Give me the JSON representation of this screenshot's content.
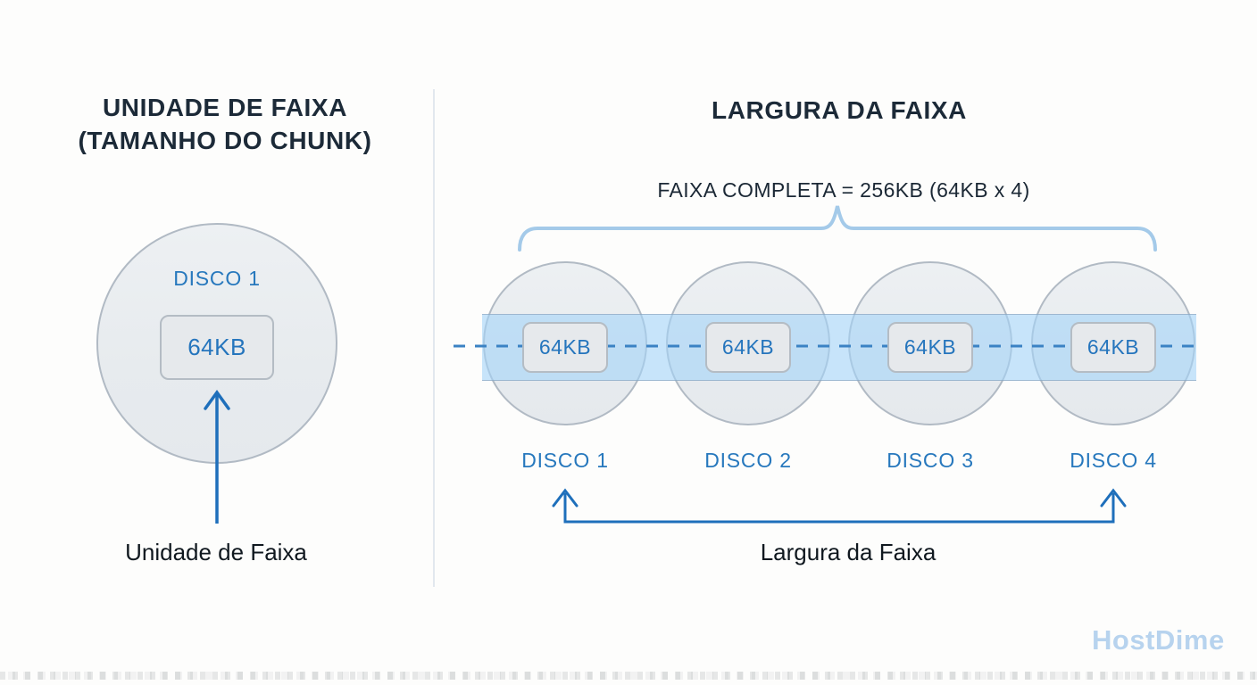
{
  "left_panel": {
    "title_line1": "UNIDADE DE FAIXA",
    "title_line2": "(TAMANHO DO CHUNK)",
    "disk": {
      "label": "DISCO 1",
      "chunk_label": "64KB"
    },
    "caption": "Unidade de Faixa"
  },
  "right_panel": {
    "title": "LARGURA DA FAIXA",
    "subtitle": "FAIXA COMPLETA = 256KB (64KB x 4)",
    "disks": [
      {
        "label": "DISCO 1",
        "chunk_label": "64KB"
      },
      {
        "label": "DISCO 2",
        "chunk_label": "64KB"
      },
      {
        "label": "DISCO 3",
        "chunk_label": "64KB"
      },
      {
        "label": "DISCO 4",
        "chunk_label": "64KB"
      }
    ],
    "caption": "Largura da Faixa"
  },
  "branding": {
    "logo": "HostDime"
  },
  "colors": {
    "accent_blue": "#2577bd",
    "arrow_blue": "#1e6fbb",
    "band_blue": "#cfe5f8",
    "brace_blue": "#a4cae9",
    "title_dark": "#1c2a38",
    "circle_fill": "#eaedf0",
    "circle_border": "#b1bac4",
    "divider_gray": "#e2e8ee",
    "logo_blue": "#b7d3ee"
  }
}
